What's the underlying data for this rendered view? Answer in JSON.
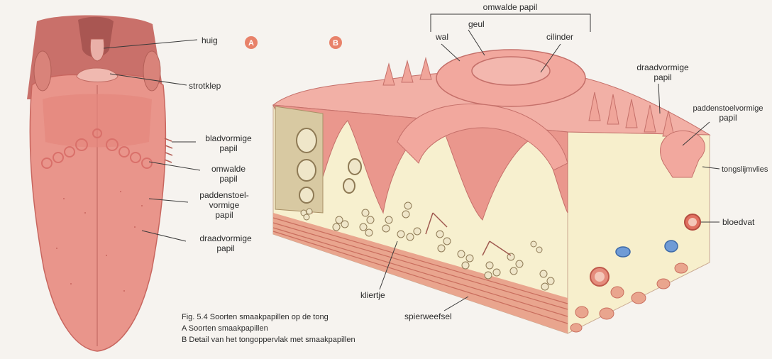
{
  "badges": {
    "a": "A",
    "b": "B"
  },
  "labels_a": {
    "huig": "huig",
    "strotklep": "strotklep",
    "bladvormige_1": "bladvormige",
    "bladvormige_2": "papil",
    "omwalde_1": "omwalde",
    "omwalde_2": "papil",
    "padden_1": "paddenstoel-",
    "padden_2": "vormige",
    "padden_3": "papil",
    "draad_1": "draadvormige",
    "draad_2": "papil"
  },
  "labels_b": {
    "omwalde_papil": "omwalde papil",
    "geul": "geul",
    "wal": "wal",
    "cilinder": "cilinder",
    "draad_1": "draadvormige",
    "draad_2": "papil",
    "padden_1": "paddenstoelvormige",
    "padden_2": "papil",
    "tongslijmvlies": "tongslijmvlies",
    "bloedvat": "bloedvat",
    "kliertje": "kliertje",
    "spierweefsel": "spierweefsel"
  },
  "caption": {
    "line1": "Fig. 5.4  Soorten smaakpapillen op de tong",
    "line2": "A  Soorten smaakpapillen",
    "line3": "B  Detail van het tongoppervlak met smaakpapillen"
  },
  "colors": {
    "badge": "#e8826a",
    "tongue": "#e9958b",
    "tongue_dark": "#d9766d",
    "throat": "#c9706a",
    "mucosa": "#f2b0a6",
    "tissue": "#f7f0cf",
    "muscle": "#e9a58e",
    "gland": "#efe6c9",
    "vessel_red": "#e07060",
    "vessel_blue": "#6f9bd6"
  }
}
